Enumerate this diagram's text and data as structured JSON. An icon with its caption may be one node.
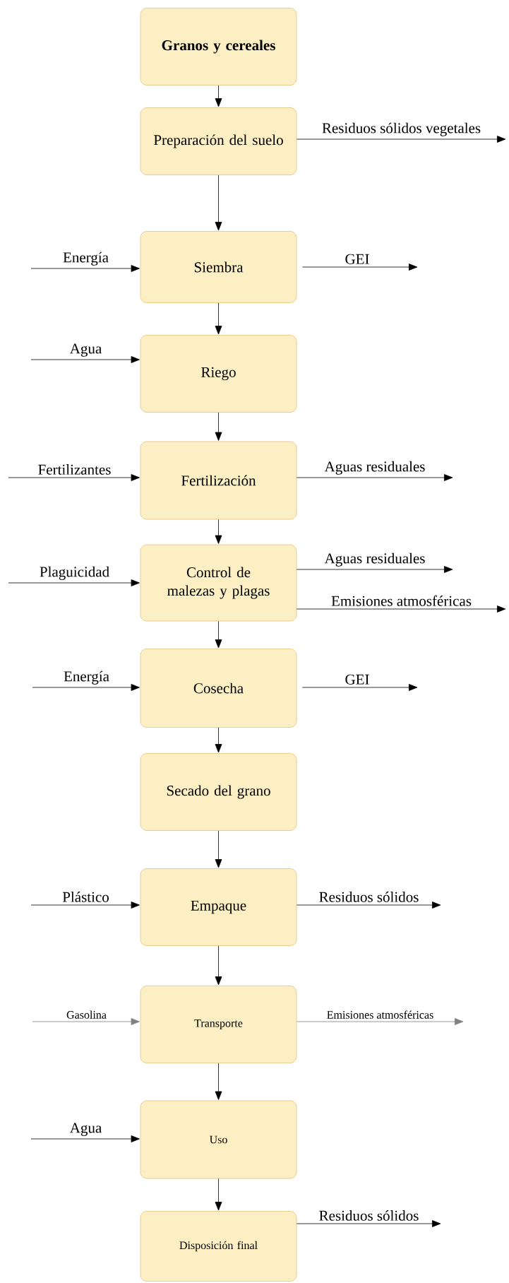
{
  "diagram": {
    "nodes": [
      {
        "text": [
          "Granos y cereales"
        ]
      },
      {
        "text": [
          "Preparación del suelo"
        ]
      },
      {
        "text": [
          "Siembra"
        ]
      },
      {
        "text": [
          "Riego"
        ]
      },
      {
        "text": [
          "Fertilización"
        ]
      },
      {
        "text": [
          "Control de malezas y plagas"
        ]
      },
      {
        "text": [
          "Cosecha"
        ]
      },
      {
        "text": [
          "Secado del grano"
        ]
      },
      {
        "text": [
          "Empaque"
        ]
      },
      {
        "text": [
          "Transporte"
        ]
      },
      {
        "text": [
          "Uso"
        ]
      },
      {
        "text": [
          "Disposición final"
        ]
      }
    ],
    "edges": [
      {
        "from": 0,
        "to": 1,
        "arrow": "to"
      },
      {
        "from": 1,
        "to": 2,
        "arrow": "to"
      },
      {
        "from": 2,
        "to": 3,
        "arrow": "to"
      },
      {
        "from": 3,
        "to": 4,
        "arrow": "to"
      },
      {
        "from": 4,
        "to": 5,
        "arrow": "to"
      },
      {
        "from": 5,
        "to": 6,
        "arrow": "to"
      },
      {
        "from": 6,
        "to": 7,
        "arrow": "to"
      },
      {
        "from": 7,
        "to": 8,
        "arrow": "to"
      },
      {
        "from": 8,
        "to": 9,
        "arrow": "to"
      },
      {
        "from": 9,
        "to": 10,
        "arrow": "to"
      },
      {
        "from": 10,
        "to": 11,
        "arrow": "to"
      },
      {
        "from": 1,
        "to": null,
        "arrow": "to",
        "label": "Residuos sólidos vegetales"
      },
      {
        "from": null,
        "to": 2,
        "arrow": "to",
        "label": "Energía"
      },
      {
        "from": 2,
        "to": null,
        "arrow": "to",
        "label": "GEI"
      },
      {
        "from": null,
        "to": 3,
        "arrow": "to",
        "label": "Agua"
      },
      {
        "from": null,
        "to": 4,
        "arrow": "to",
        "label": "Fertilizantes"
      },
      {
        "from": 4,
        "to": null,
        "arrow": "to",
        "label": "Aguas residuales"
      },
      {
        "from": null,
        "to": 5,
        "arrow": "to",
        "label": "Plaguicidad"
      },
      {
        "from": 5,
        "to": null,
        "arrow": "to",
        "label": "Aguas residuales"
      },
      {
        "from": 5,
        "to": null,
        "arrow": "to",
        "label": "Emisiones atmosféricas"
      },
      {
        "from": null,
        "to": 6,
        "arrow": "to",
        "label": "Energía"
      },
      {
        "from": 6,
        "to": null,
        "arrow": "to",
        "label": "GEI"
      },
      {
        "from": null,
        "to": 8,
        "arrow": "to",
        "label": "Plástico"
      },
      {
        "from": 8,
        "to": null,
        "arrow": "to",
        "label": "Residuos sólidos"
      },
      {
        "from": null,
        "to": 9,
        "arrow": "to",
        "label": "Gasolina",
        "color": "#808080"
      },
      {
        "from": 9,
        "to": null,
        "arrow": "to",
        "label": "Emisiones atmosféricas",
        "color": "#808080"
      },
      {
        "from": null,
        "to": 10,
        "arrow": "to",
        "label": "Agua"
      },
      {
        "from": 11,
        "to": null,
        "arrow": "to",
        "label": "Residuos sólidos"
      }
    ]
  }
}
